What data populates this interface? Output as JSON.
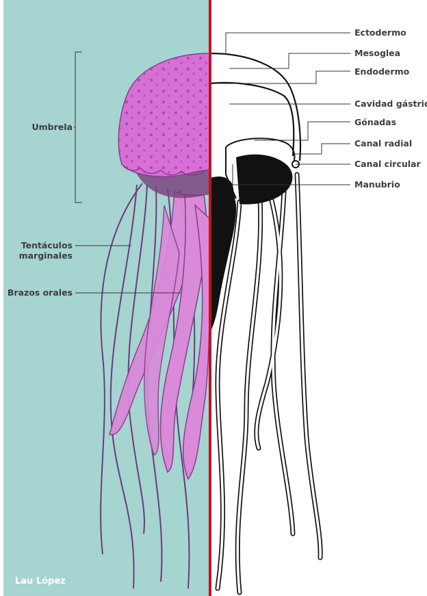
{
  "labels": {
    "right": {
      "ectodermo": "Ectodermo",
      "mesoglea": "Mesoglea",
      "endodermo": "Endodermo",
      "cavidad_gastrica": "Cavidad gástrica",
      "gonadas": "Gónadas",
      "canal_radial": "Canal radial",
      "canal_circular": "Canal circular",
      "manubrio": "Manubrio"
    },
    "left": {
      "umbrela": "Umbrela",
      "tentaculos_line1": "Tentáculos",
      "tentaculos_line2": "marginales",
      "brazos_orales": "Brazos orales"
    }
  },
  "credit": "Lau López",
  "colors": {
    "background_left": "#a6d4d1",
    "divider": "#c1121f",
    "jellyfish_pink": "#d670d6",
    "jellyfish_dark": "#8a3a8a",
    "tentacle_line": "#6b3a7d",
    "label_text": "#3d3d3d",
    "outline": "#111111"
  }
}
